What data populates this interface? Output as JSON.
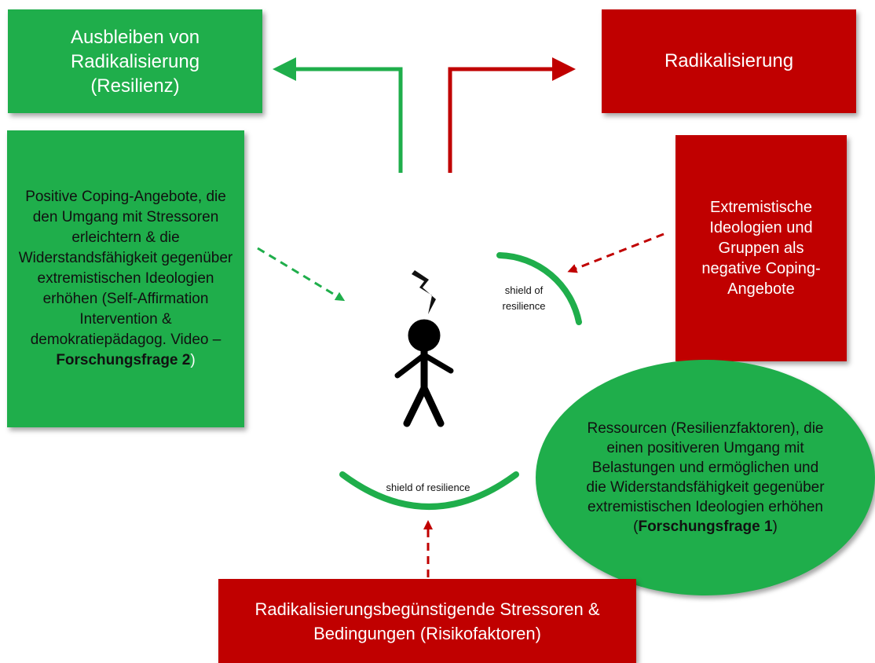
{
  "outcome_resilience": {
    "line1": "Ausbleiben von",
    "line2": "Radikalisierung",
    "line3": "(Resilienz)"
  },
  "outcome_radicalization": {
    "label": "Radikalisierung"
  },
  "positive_coping": {
    "text": "Positive Coping-Angebote, die den Umgang mit Stressoren erleichtern & die Widerstandsfähigkeit gegenüber extremistischen Ideologien erhöhen (Self-Affirmation Intervention & demokratiepädagog. Video – ",
    "bold": "Forschungsfrage 2",
    "suffix": ")"
  },
  "extremist": {
    "text": "Extremistische Ideologien und Gruppen als negative Coping-Angebote"
  },
  "resources": {
    "text": "Ressourcen (Resilienzfaktoren), die einen positiveren Umgang mit Belastungen und ermöglichen und die Widerstandsfähigkeit gegenüber extremistischen Ideologien erhöhen (",
    "bold": "Forschungsfrage 1",
    "suffix": ")"
  },
  "stressors": {
    "line1": "Radikalisierungsbegünstigende Stressoren &",
    "line2": "Bedingungen (Risikofaktoren)"
  },
  "shield_top": {
    "line1": "shield of",
    "line2": "resilience"
  },
  "shield_bottom": {
    "label": "shield of resilience"
  },
  "colors": {
    "green": "#1fae4b",
    "red": "#c00000",
    "green_arrow": "#1fae4b",
    "red_arrow": "#c00000"
  }
}
